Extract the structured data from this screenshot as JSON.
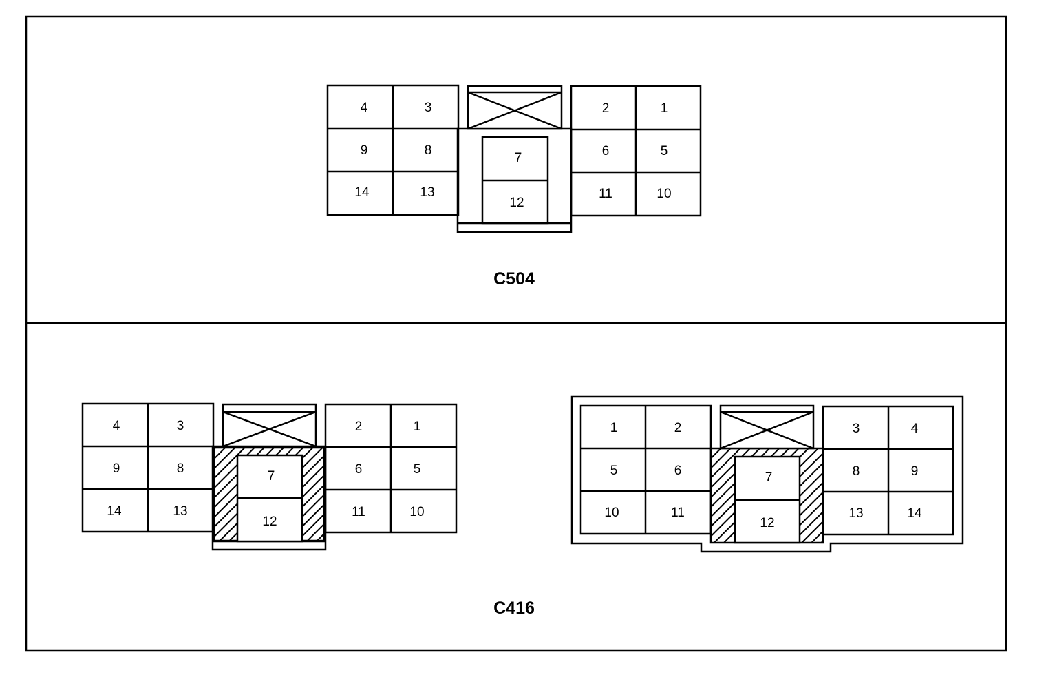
{
  "panels": {
    "top": {
      "label": "C504",
      "pins": {
        "p1": "1",
        "p2": "2",
        "p3": "3",
        "p4": "4",
        "p5": "5",
        "p6": "6",
        "p7": "7",
        "p8": "8",
        "p9": "9",
        "p10": "10",
        "p11": "11",
        "p12": "12",
        "p13": "13",
        "p14": "14"
      }
    },
    "bottom": {
      "label": "C416",
      "left_view": {
        "pins": {
          "p1": "1",
          "p2": "2",
          "p3": "3",
          "p4": "4",
          "p5": "5",
          "p6": "6",
          "p7": "7",
          "p8": "8",
          "p9": "9",
          "p10": "10",
          "p11": "11",
          "p12": "12",
          "p13": "13",
          "p14": "14"
        }
      },
      "right_view": {
        "pins": {
          "p1": "1",
          "p2": "2",
          "p3": "3",
          "p4": "4",
          "p5": "5",
          "p6": "6",
          "p7": "7",
          "p8": "8",
          "p9": "9",
          "p10": "10",
          "p11": "11",
          "p12": "12",
          "p13": "13",
          "p14": "14"
        }
      }
    }
  }
}
